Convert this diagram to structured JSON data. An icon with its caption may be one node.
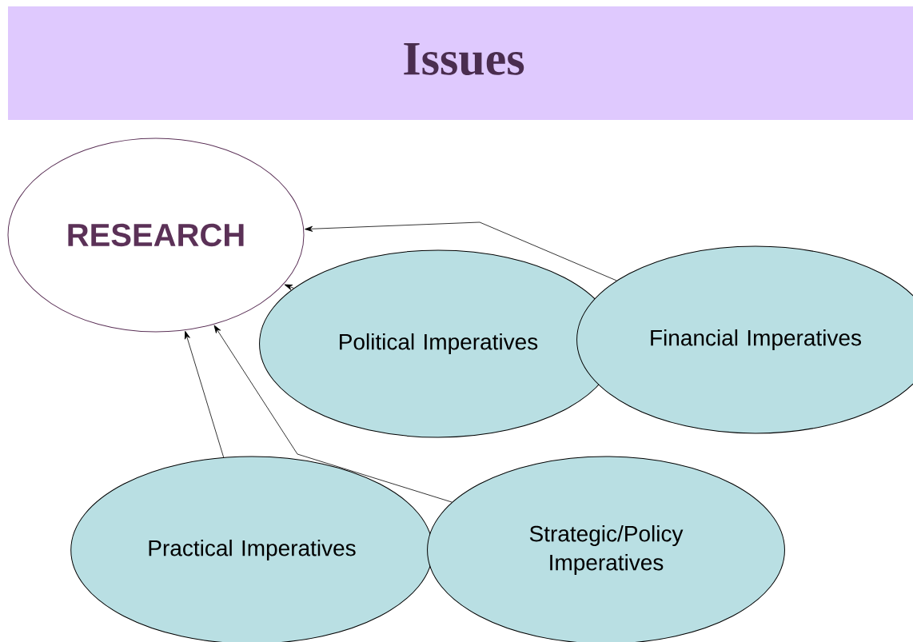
{
  "diagram": {
    "title": "Issues",
    "nodes": [
      {
        "text": [
          "RESEARCH"
        ]
      },
      {
        "text": [
          "Political Imperatives"
        ]
      },
      {
        "text": [
          "Financial Imperatives"
        ]
      },
      {
        "text": [
          "Practical Imperatives"
        ]
      },
      {
        "text": [
          "Strategic/Policy Imperatives"
        ]
      }
    ],
    "edges": [
      {
        "from": 1,
        "to": 0,
        "arrow": "to"
      },
      {
        "from": 2,
        "to": 0,
        "arrow": "to"
      },
      {
        "from": 3,
        "to": 0,
        "arrow": "to"
      },
      {
        "from": 4,
        "to": 0,
        "arrow": "to"
      }
    ]
  }
}
